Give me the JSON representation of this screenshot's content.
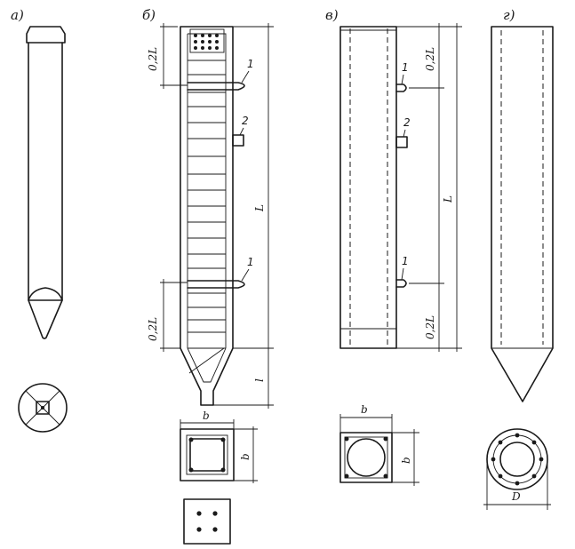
{
  "panels": {
    "a": {
      "label": "а)"
    },
    "b": {
      "label": "б)"
    },
    "v": {
      "label": "в)"
    },
    "g": {
      "label": "г)"
    }
  },
  "dimensions": {
    "top_share": "0,2L",
    "bottom_share": "0,2L",
    "length": "L",
    "tip": "l",
    "side": "b",
    "diameter": "D"
  },
  "callouts": {
    "lifting_loop": "1",
    "side_anchor": "2"
  }
}
